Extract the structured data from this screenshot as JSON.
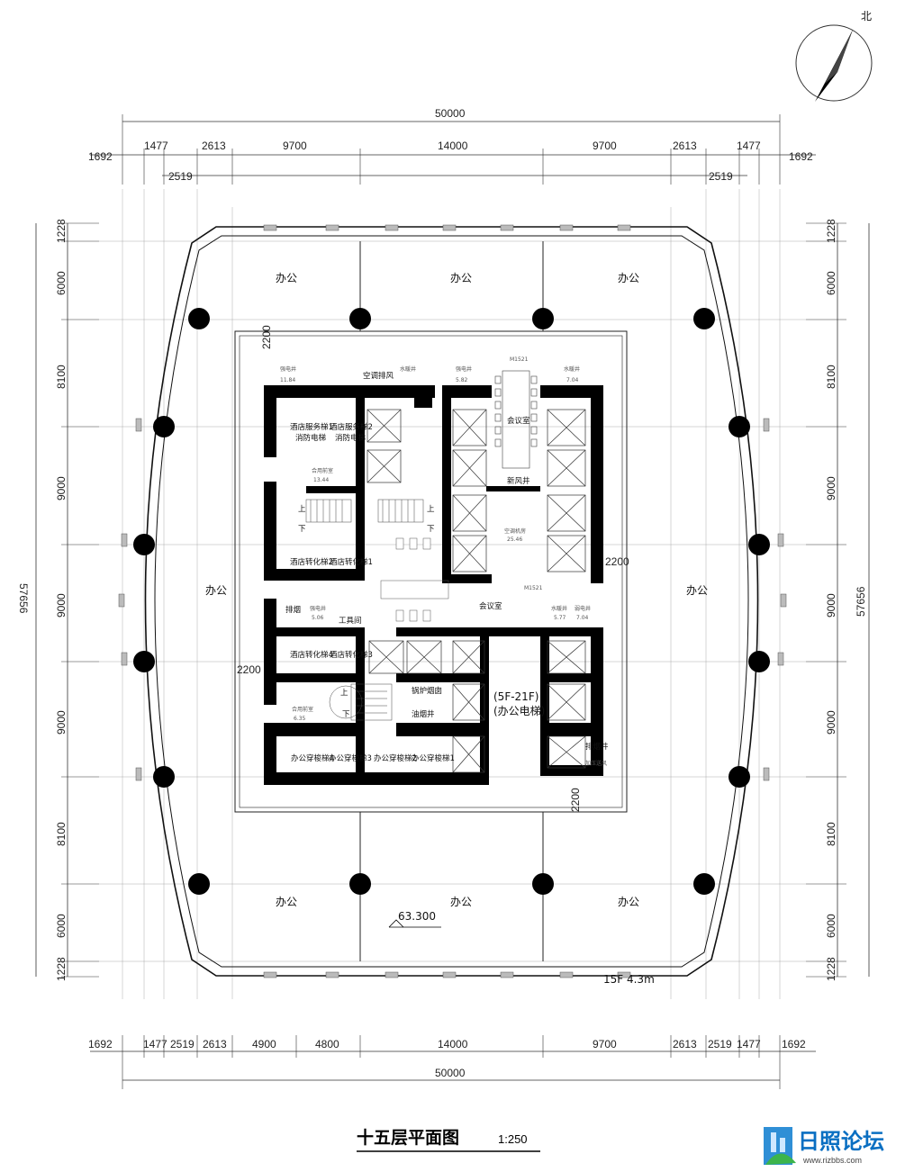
{
  "drawing": {
    "title": "十五层平面图",
    "scale": "1:250",
    "north_label": "北",
    "elevation": "63.300",
    "floor_tag": "15F 4.3m"
  },
  "dims": {
    "top_total": "50000",
    "top_row": [
      "1692",
      "1477",
      "2613",
      "9700",
      "14000",
      "9700",
      "2613",
      "1477",
      "1692"
    ],
    "top_row_sub": [
      "2519",
      "2519"
    ],
    "bottom_total": "50000",
    "bottom_row": [
      "1692",
      "1477",
      "2519",
      "2613",
      "4900",
      "4800",
      "14000",
      "9700",
      "2613",
      "2519",
      "1477",
      "1692"
    ],
    "left_col": [
      "1228",
      "6000",
      "8100",
      "9000",
      "9000",
      "9000",
      "8100",
      "6000",
      "1228"
    ],
    "left_total": "57656",
    "right_col": [
      "1228",
      "6000",
      "8100",
      "9000",
      "9000",
      "9000",
      "8100",
      "6000",
      "1228"
    ],
    "right_total": "57656",
    "corridor": "2200"
  },
  "rooms": {
    "office": "办公",
    "meeting": "会议室",
    "fresh_air": "新风井",
    "ac_room": "空调机房",
    "ac_exhaust": "空调排风",
    "strong_shaft": "强电井",
    "weak_shaft": "弱电井",
    "water_shaft": "水暖井",
    "hotel_service_1": "酒店服务梯1",
    "hotel_service_2": "酒店服务梯2",
    "fire_lift": "消防电梯",
    "shared_front": "合用前室",
    "hotel_transfer_1": "酒店转化梯1",
    "hotel_transfer_2": "酒店转化梯2",
    "hotel_transfer_3": "酒店转化梯3",
    "hotel_transfer_4": "酒店转化梯4",
    "tool_room": "工具间",
    "boiler_flue": "锅炉烟囱",
    "kitchen_smoke": "油烟井",
    "exhaust_shaft": "排烟井",
    "office_lift_zone": "(5F-21F)",
    "office_lift": "(办公电梯)",
    "office_shuttle_1": "办公穿梭梯1",
    "office_shuttle_2": "办公穿梭梯2",
    "office_shuttle_3": "办公穿梭梯3",
    "office_shuttle_4": "办公穿梭梯4",
    "up": "上",
    "down": "下",
    "door_m1521": "M1521",
    "exhaust": "排烟",
    "pressurize": "加压送风",
    "area_1184": "11.84",
    "area_1344": "13.44",
    "area_2546": "25.46",
    "area_506": "5.06",
    "area_635": "6.35",
    "area_577": "5.77",
    "area_704": "7.04",
    "area_582": "5.82"
  },
  "watermark": {
    "brand": "日照论坛",
    "url": "www.rizbbs.com"
  }
}
